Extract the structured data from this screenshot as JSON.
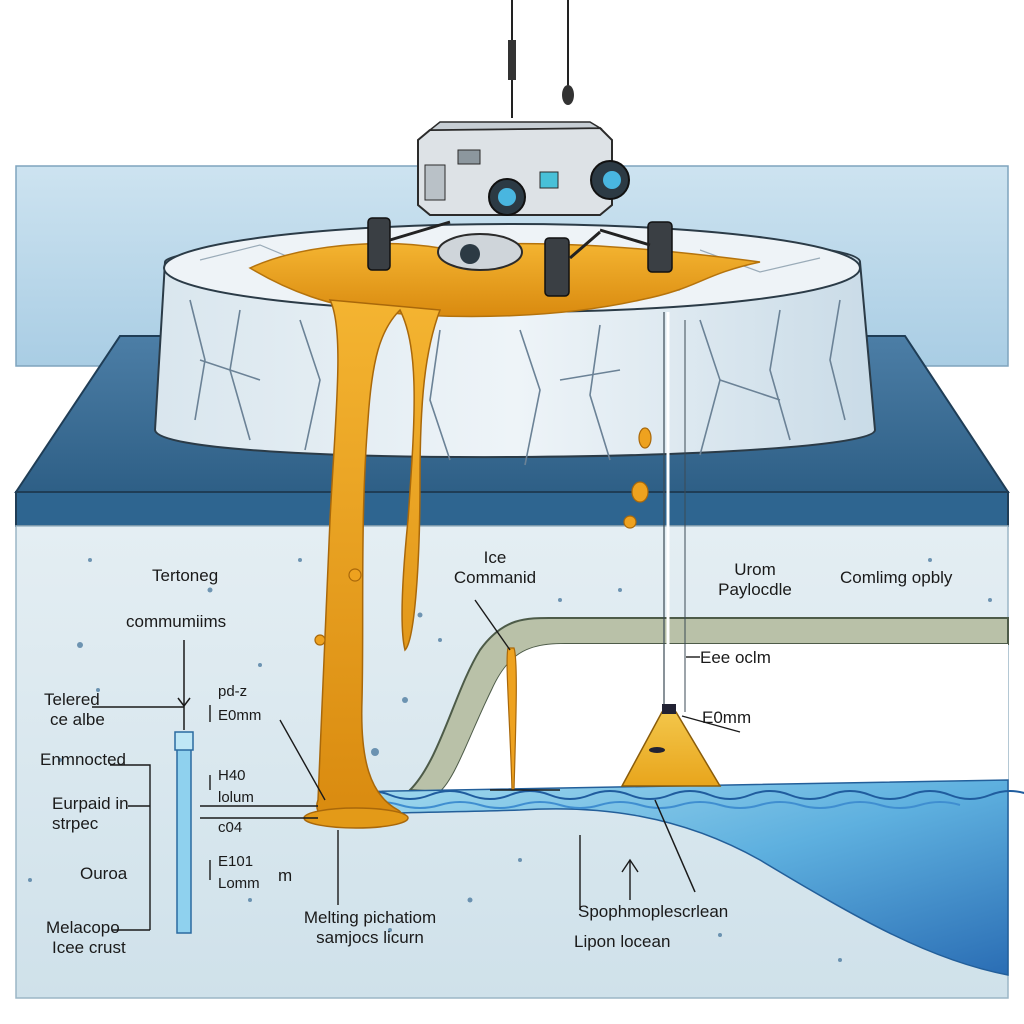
{
  "colors": {
    "sky": "#cfe4f1",
    "ice_surface": "#3f6f96",
    "ice_top": "#e7eef4",
    "ice_wall": "#c6d9e6",
    "crust": "#d9e8ef",
    "tunnel": "#b7bfa7",
    "ocean_light": "#8fd0ea",
    "ocean_deep": "#2f72b8",
    "melt": "#f0a21a",
    "outline": "#2b2b2b"
  },
  "icons": {
    "robot": "rover-probe-icon",
    "antenna": "antenna-icon",
    "probe": "melting-probe-icon",
    "tether": "tether-cable-icon"
  },
  "labels": {
    "tertoneg": "Tertoneg",
    "ice_command": [
      "Ice",
      "Commanid"
    ],
    "uron_payload": [
      "Urom",
      "Paylocdle"
    ],
    "comling": "Comlimg opbly",
    "communims": "commumiims",
    "eee_oclm": "Eee oclm",
    "eomm_right": "E0mm",
    "telered": [
      "Telered",
      "ce albe"
    ],
    "pd": "pd-z",
    "eomm_left": "E0mm",
    "enmocted": "Enmnocted",
    "h40": "H40",
    "lolum": "lolum",
    "eurpaid": [
      "Eurpaid in",
      "strpec"
    ],
    "c04": "c04",
    "ouroa": "Ouroa",
    "e101": "E101",
    "lomm": "Lomm",
    "m_sym": "m",
    "melting": [
      "Melting pichatiom",
      "samjocs licurn"
    ],
    "spop": "Spophmoplescrlean",
    "upon": "Lipon locean",
    "melacop": [
      "Melacopo",
      "Icee crust"
    ]
  }
}
